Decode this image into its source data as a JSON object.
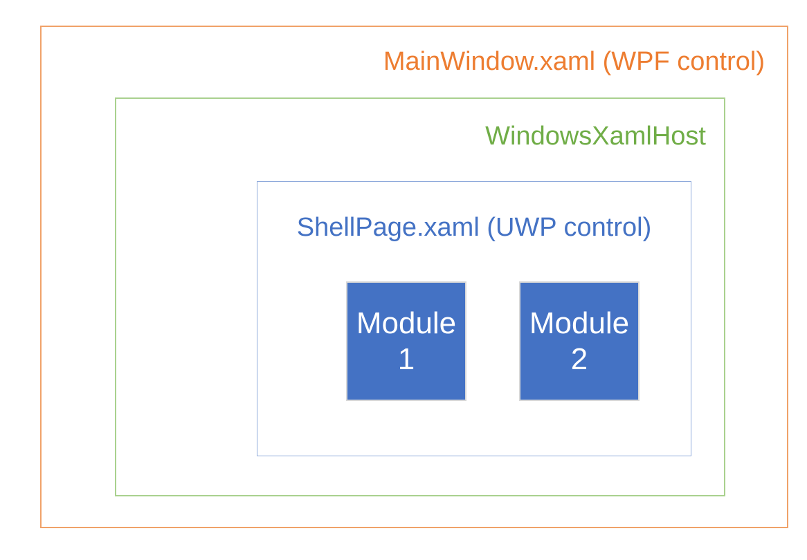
{
  "diagram": {
    "outer": {
      "label": "MainWindow.xaml (WPF control)",
      "text_color": "#ED7D31",
      "border_color": "#F0A269"
    },
    "host": {
      "label": "WindowsXamlHost",
      "text_color": "#70AD47",
      "border_color": "#A9D18E"
    },
    "shell": {
      "label": "ShellPage.xaml (UWP control)",
      "text_color": "#4472C4",
      "border_color": "#8EA9DB"
    },
    "modules": [
      {
        "label": "Module 1",
        "fill_color": "#4472C4",
        "text_color": "#FFFFFF"
      },
      {
        "label": "Module 2",
        "fill_color": "#4472C4",
        "text_color": "#FFFFFF"
      }
    ]
  }
}
